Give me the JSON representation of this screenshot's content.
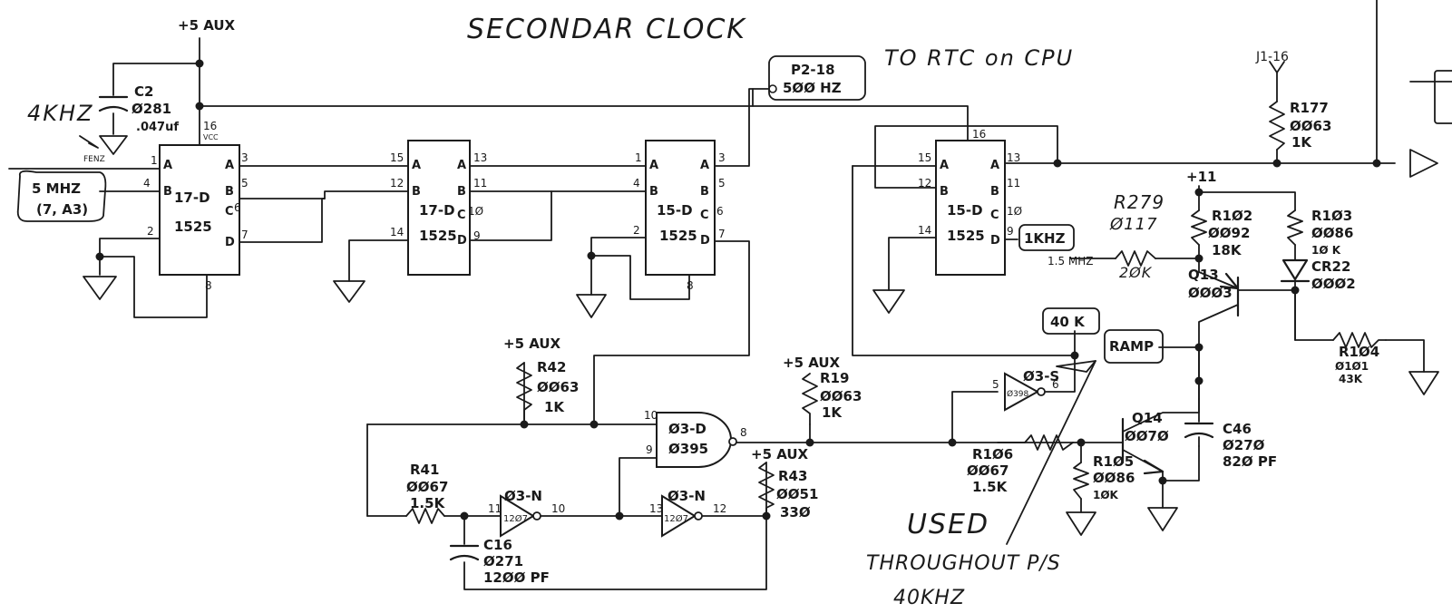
{
  "title": "SECONDAR CLOCK",
  "note_to_rtc": "TO RTC on CPU",
  "supply": "+5 AUX",
  "supply_plus11": "+11",
  "j1": "J1-16",
  "chips": {
    "u1": {
      "ref": "17-D",
      "part": "1525"
    },
    "u2": {
      "ref": "17-D",
      "part": "1525"
    },
    "u3": {
      "ref": "15-D",
      "part": "1525"
    },
    "u4": {
      "ref": "15-D",
      "part": "1525"
    },
    "nand": {
      "ref": "Ø3-D",
      "part": "Ø395"
    },
    "inv1": {
      "ref": "Ø3-N",
      "part": "12Ø7"
    },
    "inv2": {
      "ref": "Ø3-N",
      "part": "12Ø7"
    },
    "inv3": {
      "ref": "Ø3-S",
      "part": "Ø398"
    }
  },
  "pins": {
    "A": "A",
    "B": "B",
    "C": "C",
    "D": "D",
    "n1": "1",
    "n2": "2",
    "n3": "3",
    "n4": "4",
    "n5": "5",
    "n6": "6",
    "n7": "7",
    "n8": "8",
    "n9": "9",
    "n10": "10",
    "n11": "11",
    "n12": "12",
    "n13": "13",
    "n14": "14",
    "n15": "15",
    "n16": "16",
    "c6": "6",
    "c10": "1Ø",
    "c9": "9",
    "vcc": "VCC",
    "fenz": "FENZ"
  },
  "components": {
    "c2": {
      "ref": "C2",
      "part": "Ø281",
      "value": ".047uf"
    },
    "c16": {
      "ref": "C16",
      "part": "Ø271",
      "value": "12ØØ PF"
    },
    "c46": {
      "ref": "C46",
      "part": "Ø27Ø",
      "value": "82Ø PF"
    },
    "r41": {
      "ref": "R41",
      "part": "ØØ67",
      "value": "1.5K"
    },
    "r42": {
      "ref": "R42",
      "part": "ØØ63",
      "value": "1K"
    },
    "r43": {
      "ref": "R43",
      "part": "ØØ51",
      "value": "33Ø"
    },
    "r19": {
      "ref": "R19",
      "part": "ØØ63",
      "value": "1K"
    },
    "r102": {
      "ref": "R1Ø2",
      "part": "ØØ92",
      "value": "18K"
    },
    "r103": {
      "ref": "R1Ø3",
      "part": "ØØ86",
      "value": "1Ø K"
    },
    "r104": {
      "ref": "R1Ø4",
      "part": "Ø1Ø1",
      "value": "43K"
    },
    "r105": {
      "ref": "R1Ø5",
      "part": "ØØ86",
      "value": "1ØK"
    },
    "r106": {
      "ref": "R1Ø6",
      "part": "ØØ67",
      "value": "1.5K"
    },
    "r177": {
      "ref": "R177",
      "part": "ØØ63",
      "value": "1K"
    },
    "r279": {
      "ref": "R279",
      "part": "Ø117",
      "value": "2ØK"
    },
    "cr22": {
      "ref": "CR22",
      "part": "ØØØ2"
    },
    "q13": {
      "ref": "Q13",
      "part": "ØØØ3"
    },
    "q14": {
      "ref": "Q14",
      "part": "ØØ7Ø"
    }
  },
  "boxes": {
    "p2": {
      "line1": "P2-18",
      "line2": "5ØØ HZ"
    },
    "mhz": {
      "line1": "5 MHZ",
      "line2": "(7, A3)"
    },
    "khz1": "1KHZ",
    "k40": "40 K",
    "ramp": "RAMP",
    "r279_note": "1.5 MHZ"
  },
  "notes": {
    "khz4": "4KHZ",
    "used1": "USED",
    "used2": "THROUGHOUT P/S",
    "used3": "40KHZ"
  }
}
